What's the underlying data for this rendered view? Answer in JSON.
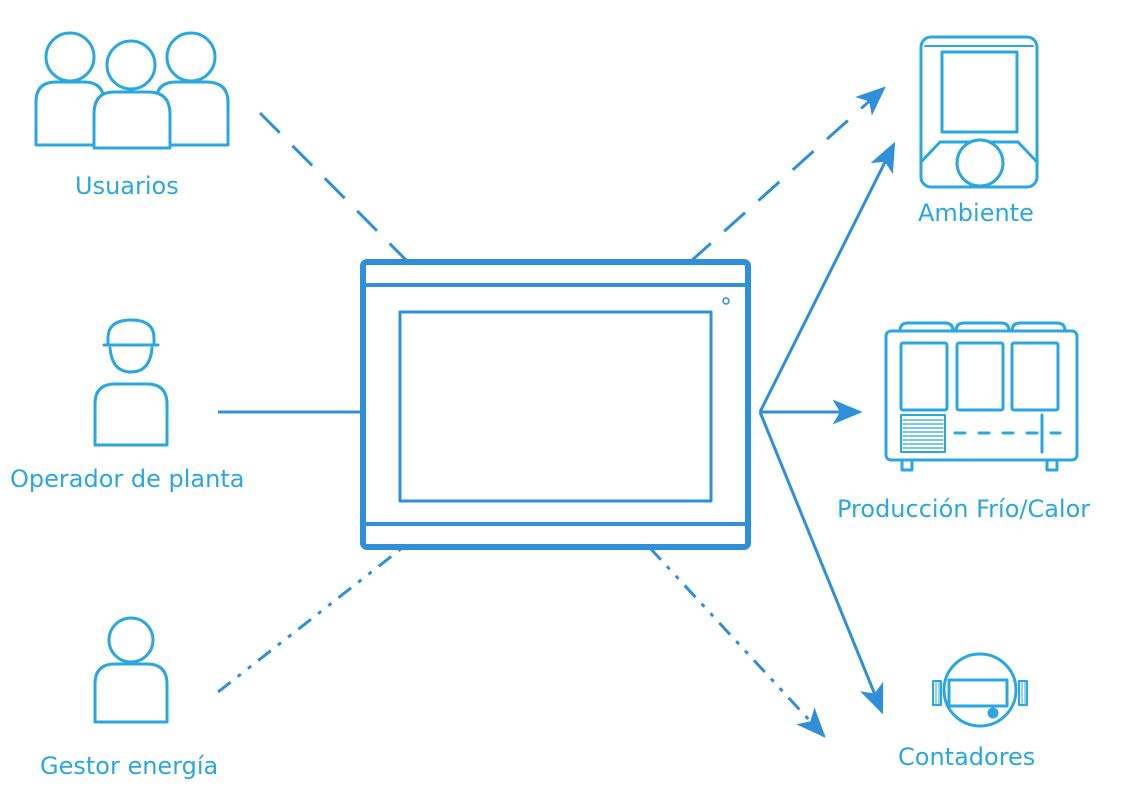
{
  "colors": {
    "icon": "#2aa7df",
    "line": "#2f8fd8",
    "label": "#2aa7df"
  },
  "center": {
    "name": "touch-panel-controller",
    "icon": "touch-screen-icon"
  },
  "inputs": [
    {
      "label": "Usuarios",
      "icon": "users-group-icon",
      "line": "dashed"
    },
    {
      "label": "Operador de planta",
      "icon": "worker-helmet-icon",
      "line": "solid"
    },
    {
      "label": "Gestor energía",
      "icon": "person-icon",
      "line": "dash-dot-dot"
    }
  ],
  "outputs": [
    {
      "label": "Ambiente",
      "icon": "room-thermostat-icon"
    },
    {
      "label": "Producción Frío/Calor",
      "icon": "chiller-unit-icon"
    },
    {
      "label": "Contadores",
      "icon": "energy-meter-icon"
    }
  ]
}
